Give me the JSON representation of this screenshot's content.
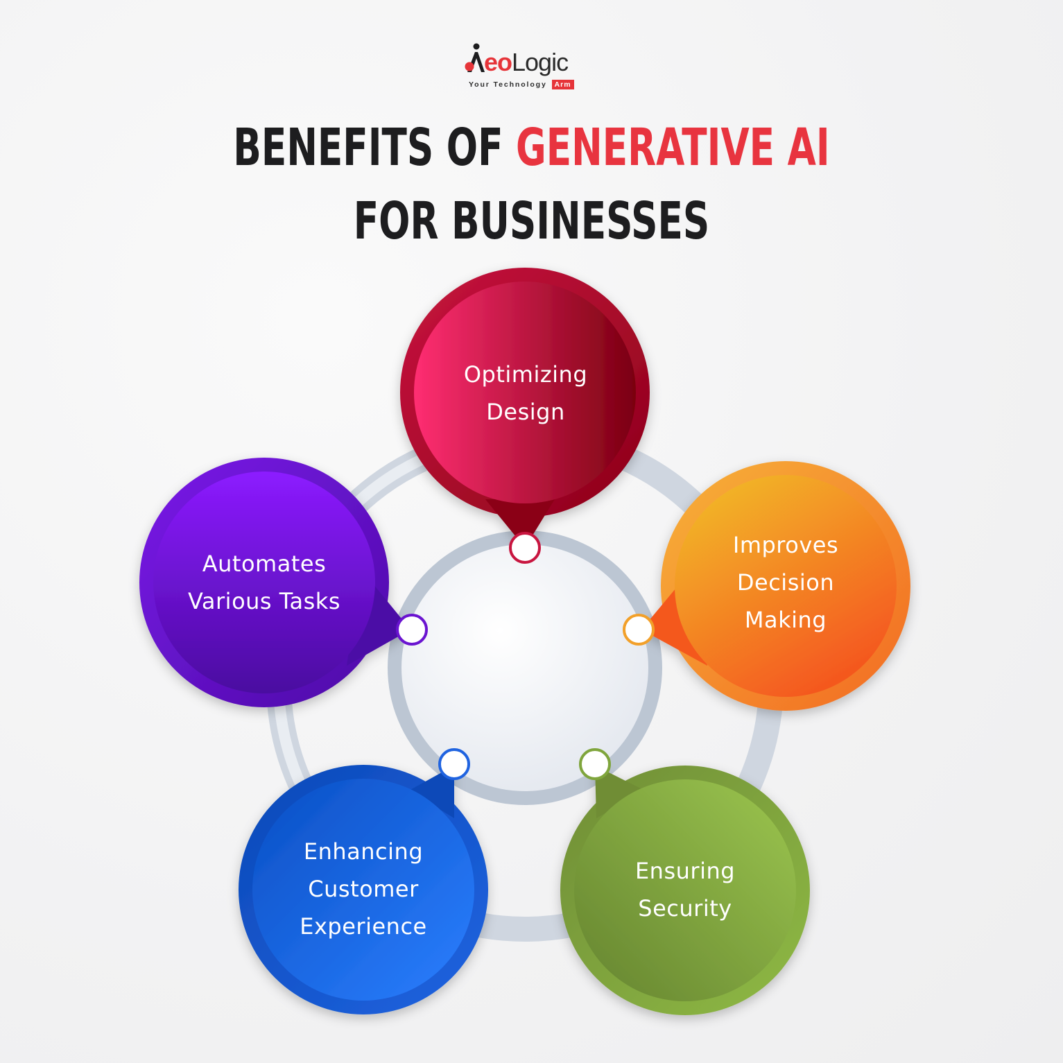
{
  "logo": {
    "wordmark_accent": "eo",
    "wordmark_rest": "Logic",
    "tagline": "Your Technology",
    "tagline_badge": "Arm",
    "brand_color": "#e63439"
  },
  "heading": {
    "line1_part1": "Benefits of ",
    "line1_accent": "Generative AI",
    "line2": "for Businesses",
    "accent_color": "#e8343f"
  },
  "benefits": [
    {
      "label": "Optimizing\nDesign",
      "color_start": "#ff2e72",
      "color_end": "#7a0010",
      "icon": ""
    },
    {
      "label": "Improves\nDecision\nMaking",
      "color_start": "#f2c22a",
      "color_end": "#f4581f",
      "icon": ""
    },
    {
      "label": "Ensuring\nSecurity",
      "color_start": "#9cc64f",
      "color_end": "#64832f",
      "icon": ""
    },
    {
      "label": "Enhancing\nCustomer\nExperience",
      "color_start": "#2b7fff",
      "color_end": "#0a3fb0",
      "icon": ""
    },
    {
      "label": "Automates\nVarious Tasks",
      "color_start": "#8c1bff",
      "color_end": "#4a0aa0",
      "icon": ""
    }
  ]
}
